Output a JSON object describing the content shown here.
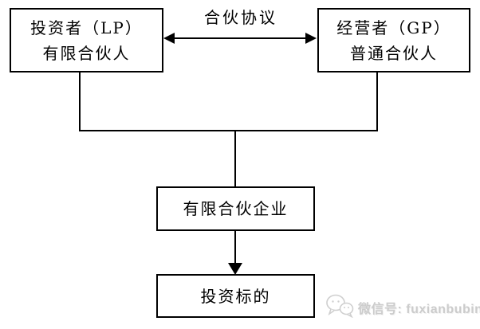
{
  "diagram": {
    "top_label": "合伙协议",
    "lp_box": {
      "line1": "投资者（LP）",
      "line2": "有限合伙人"
    },
    "gp_box": {
      "line1": "经营者（GP）",
      "line2": "普通合伙人"
    },
    "partnership_box": {
      "label": "有限合伙企业"
    },
    "target_box": {
      "label": "投资标的"
    }
  },
  "watermark": {
    "text": "微信号: fuxianbubin"
  },
  "colors": {
    "line": "#000000",
    "background": "#ffffff",
    "watermark_gray": "#cccccc"
  }
}
